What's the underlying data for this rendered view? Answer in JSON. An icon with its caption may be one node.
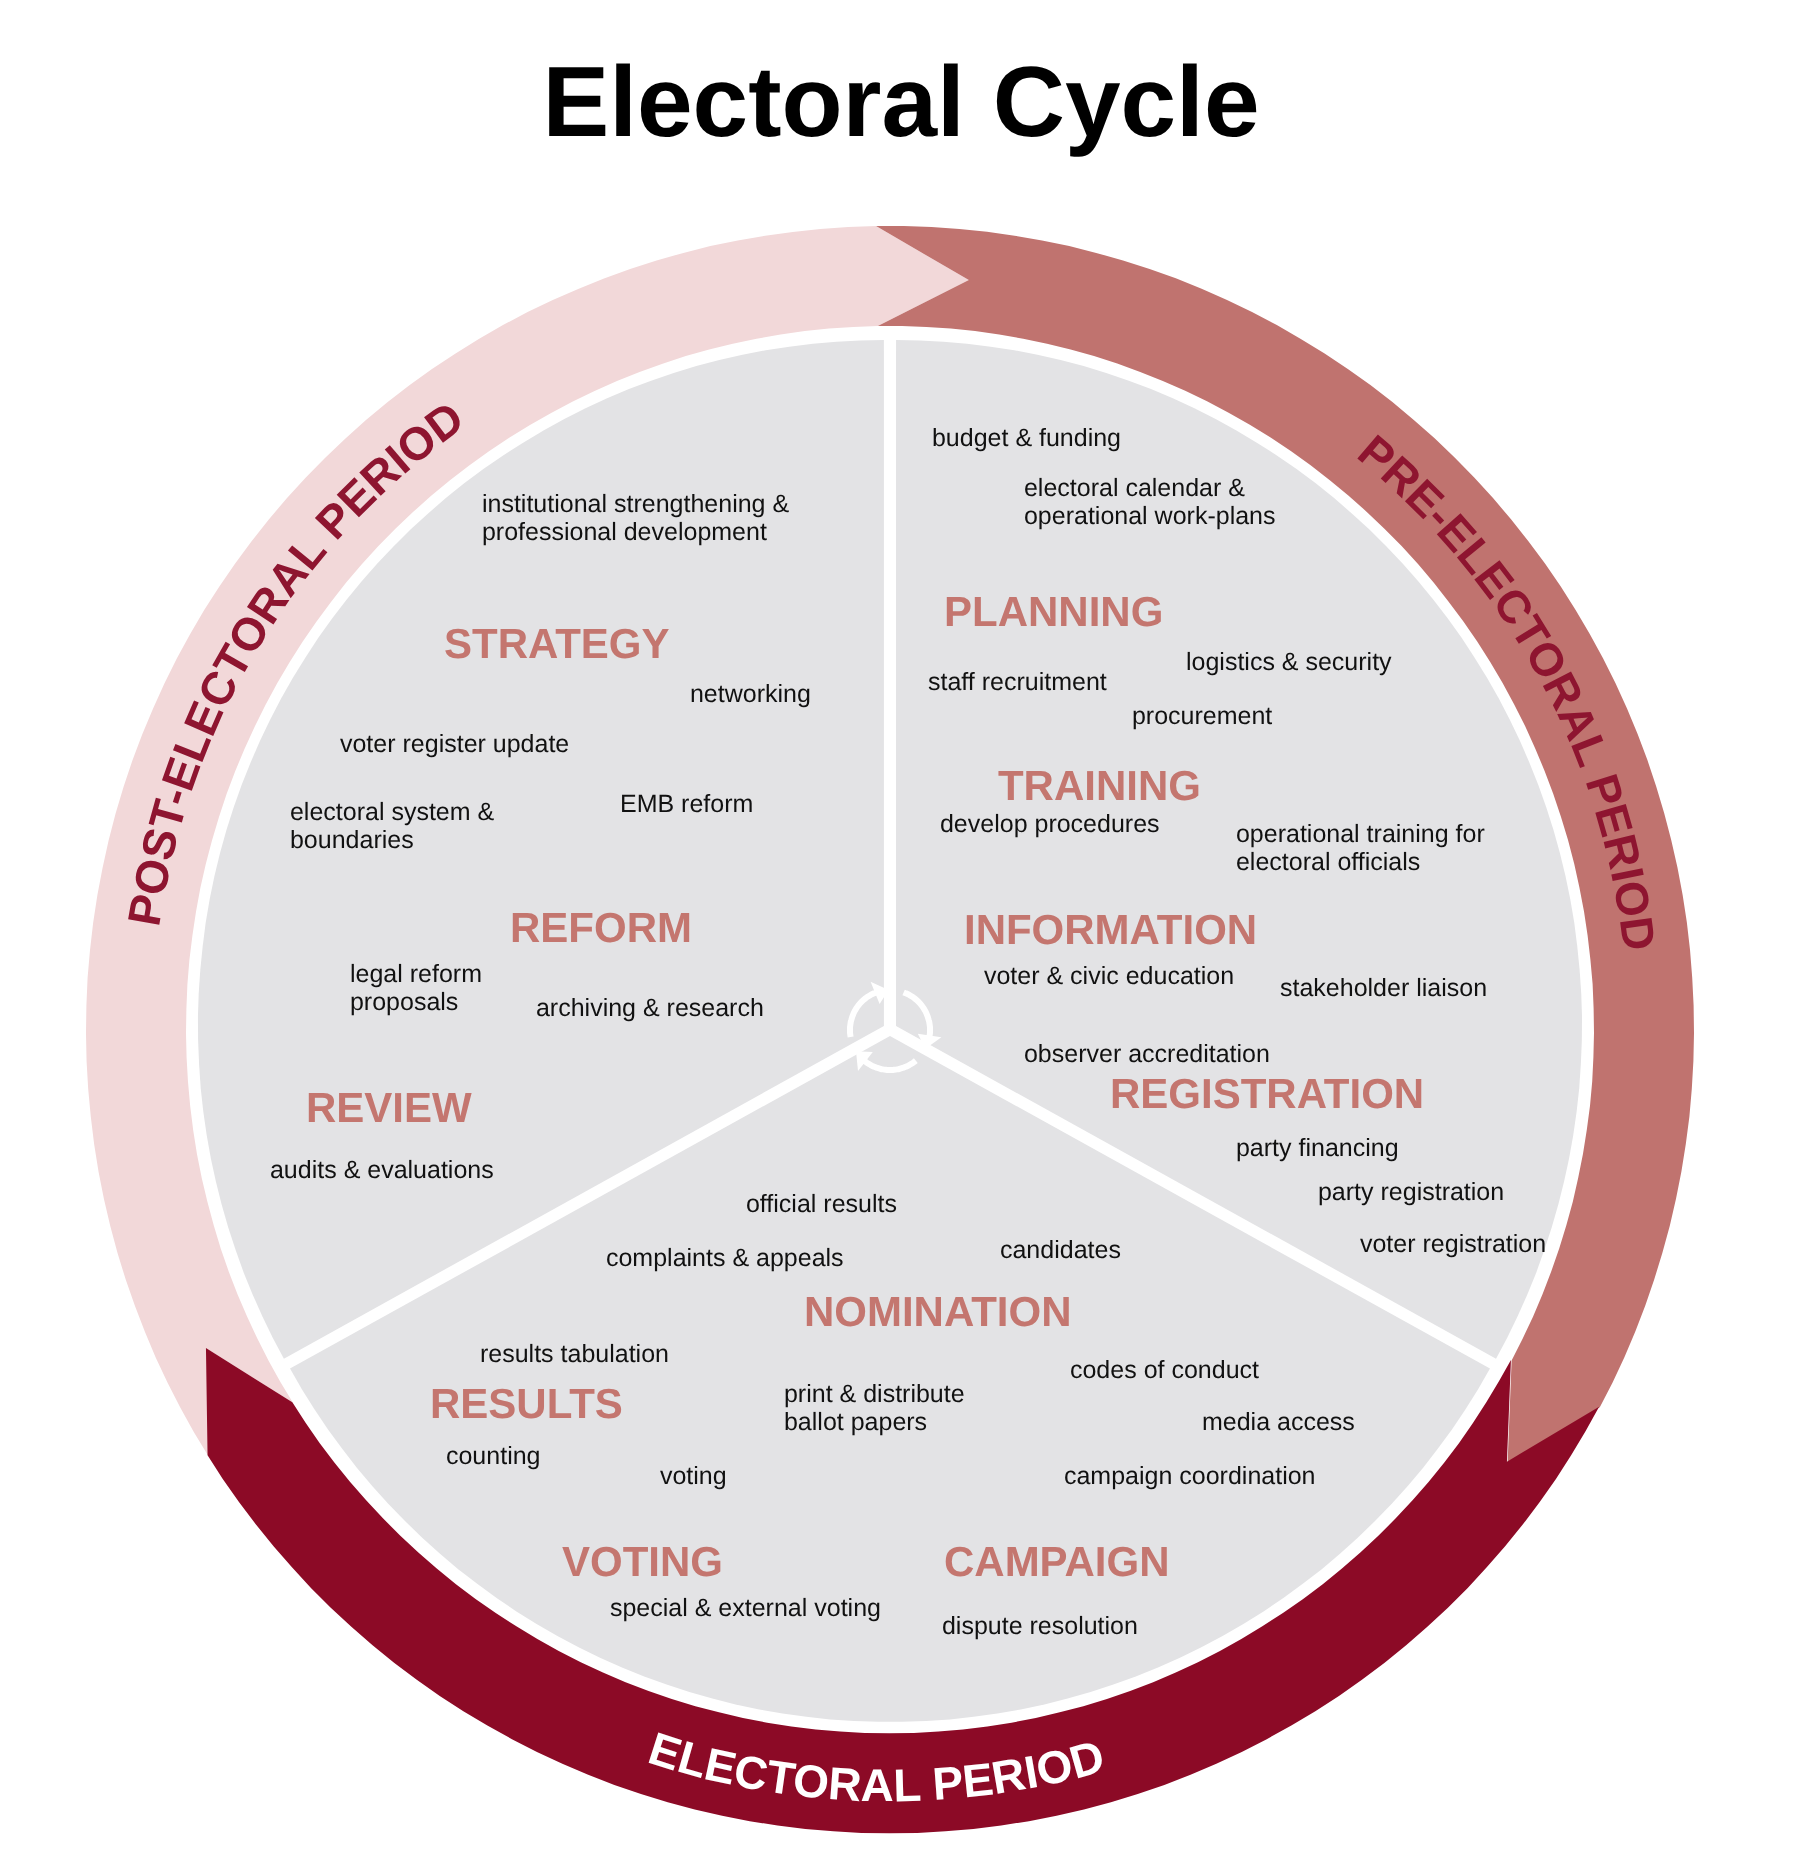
{
  "diagram": {
    "title": "Electoral Cycle",
    "nodes": [
      {
        "text": [
          "POST-ELECTORAL PERIOD"
        ]
      },
      {
        "text": [
          "PRE-ELECTORAL PERIOD"
        ]
      },
      {
        "text": [
          "ELECTORAL PERIOD"
        ]
      },
      {
        "text": [
          "institutional strengthening & professional development",
          "STRATEGY",
          "networking",
          "voter register update",
          "electoral system & boundaries",
          "EMB reform",
          "REFORM",
          "legal reform proposals",
          "archiving & research",
          "REVIEW",
          "audits & evaluations"
        ]
      },
      {
        "text": [
          "budget & funding",
          "electoral calendar & operational work-plans",
          "PLANNING",
          "staff recruitment",
          "logistics & security",
          "procurement",
          "TRAINING",
          "develop procedures",
          "operational training for electoral officials",
          "INFORMATION",
          "voter & civic education",
          "stakeholder liaison",
          "observer accreditation",
          "REGISTRATION",
          "party financing",
          "party registration",
          "voter registration"
        ]
      },
      {
        "text": [
          "official results",
          "complaints & appeals",
          "candidates",
          "NOMINATION",
          "results tabulation",
          "codes of conduct",
          "RESULTS",
          "print & distribute ballot papers",
          "media access",
          "counting",
          "voting",
          "campaign coordination",
          "VOTING",
          "CAMPAIGN",
          "special & external voting",
          "dispute resolution"
        ]
      }
    ],
    "edges": []
  }
}
